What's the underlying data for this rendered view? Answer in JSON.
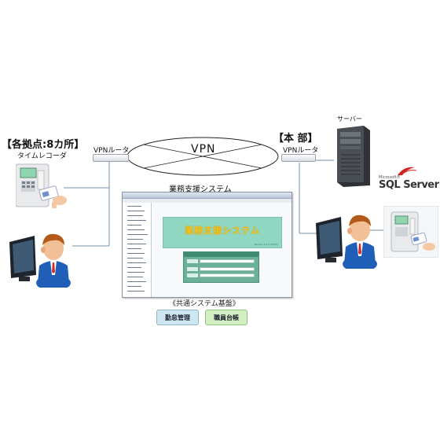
{
  "locations": {
    "branch": {
      "title": "【各拠点:8カ所】",
      "device": "タイムレコーダ",
      "router": "VPNルータ"
    },
    "headquarters": {
      "title": "【本 部】",
      "router": "VPNルータ",
      "server": "サーバー"
    }
  },
  "network": {
    "vpn_label": "VPN"
  },
  "database": {
    "vendor": "Microsoft®",
    "product": "SQL Server"
  },
  "application": {
    "title": "業務支援システム",
    "screen_banner": "業務支援システム",
    "screen_version": "Version 1.0.0 (2012)"
  },
  "platform": {
    "title": "《共通システム基盤》",
    "modules": [
      "勤怠管理",
      "職員台帳"
    ]
  },
  "colors": {
    "banner_bg": "#8fd7c1",
    "banner_text": "#f5c51a",
    "module_1_bg": "#cde6ef",
    "module_2_bg": "#d3efc3",
    "sql_red": "#d4221f"
  }
}
